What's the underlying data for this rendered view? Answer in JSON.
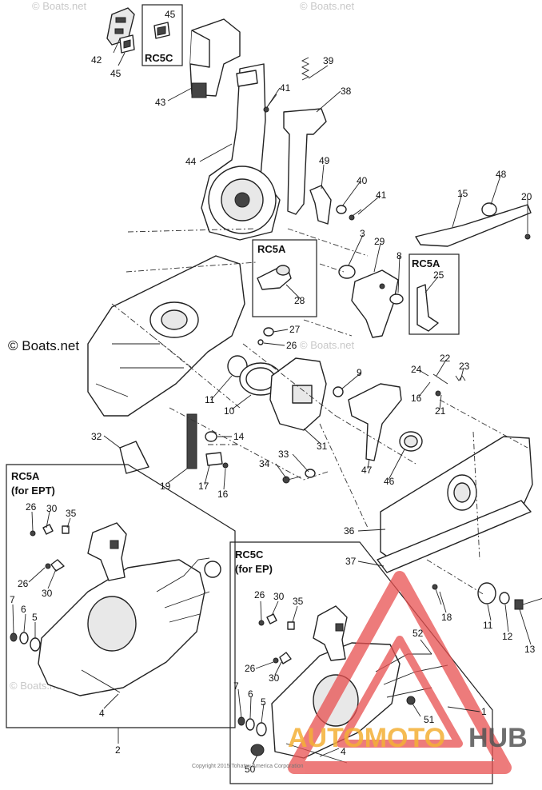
{
  "watermarks": {
    "main": "© Boats.net",
    "faded": "© Boats.net",
    "copyright": "Copyright 2015 Tohatsu America Corporation",
    "brand_left": "AUTOMOTO",
    "brand_right": "HUB"
  },
  "labels": {
    "rc5c_top": "RC5C",
    "rc5a_mid": "RC5A",
    "rc5a_right": "RC5A",
    "rc5a_box_title": "RC5A",
    "rc5a_box_sub": "(for EPT)",
    "rc5c_box_title": "RC5C",
    "rc5c_box_sub": "(for EP)"
  },
  "parts": {
    "p45a": "45",
    "p42": "42",
    "p45b": "45",
    "p43": "43",
    "p39": "39",
    "p41a": "41",
    "p38": "38",
    "p44": "44",
    "p49": "49",
    "p40": "40",
    "p41b": "41",
    "p48": "48",
    "p20": "20",
    "p15": "15",
    "p3": "3",
    "p29": "29",
    "p8": "8",
    "p25": "25",
    "p28": "28",
    "p27": "27",
    "p26a": "26",
    "p22": "22",
    "p23": "23",
    "p24": "24",
    "p16a": "16",
    "p21": "21",
    "p9": "9",
    "p11a": "11",
    "p10": "10",
    "p14": "14",
    "p31": "31",
    "p32": "32",
    "p19": "19",
    "p17": "17",
    "p16b": "16",
    "p34": "34",
    "p33": "33",
    "p47": "47",
    "p46": "46",
    "p36": "36",
    "p37": "37",
    "p18": "18",
    "p11b": "11",
    "p12": "12",
    "p13": "13",
    "b26": "26",
    "b30": "30",
    "b35": "35",
    "b26b": "26",
    "b30b": "30",
    "b7": "7",
    "b6": "6",
    "b5": "5",
    "b4": "4",
    "b2": "2",
    "c26": "26",
    "c30": "30",
    "c35": "35",
    "c52": "52",
    "c26b": "26",
    "c30b": "30",
    "c7": "7",
    "c6": "6",
    "c5": "5",
    "c51": "51",
    "c1": "1",
    "c4": "4",
    "c50": "50"
  }
}
